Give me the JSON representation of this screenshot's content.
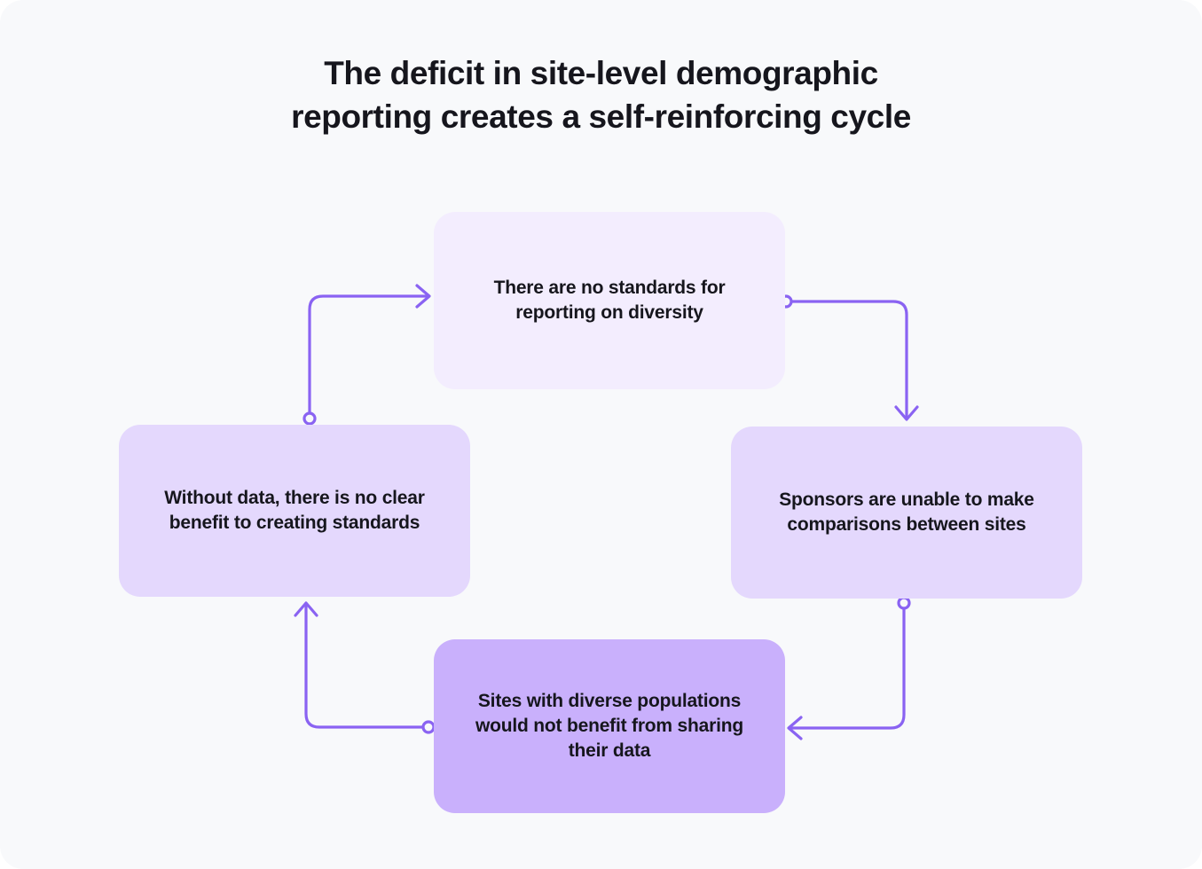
{
  "page": {
    "background_color": "#F8F9FB",
    "title": "The deficit in site-level demographic\nreporting creates a self-reinforcing cycle",
    "title_color": "#16161D"
  },
  "diagram": {
    "type": "cycle-flow",
    "accent_color": "#8A63F2",
    "nodes": [
      {
        "id": "no-standards",
        "position": "top",
        "label": "There are no standards for\nreporting on diversity",
        "fill_color": "#F3EDFE"
      },
      {
        "id": "sponsors-comparisons",
        "position": "right",
        "label": "Sponsors are unable to make\ncomparisons between sites",
        "fill_color": "#E4D8FD"
      },
      {
        "id": "sites-no-benefit",
        "position": "bottom",
        "label": "Sites with diverse populations\nwould not benefit from sharing\ntheir data",
        "fill_color": "#C9B0FC"
      },
      {
        "id": "no-clear-benefit",
        "position": "left",
        "label": "Without data, there is no clear\nbenefit  to creating standards",
        "fill_color": "#E4D8FD"
      }
    ],
    "edges": [
      {
        "id": "edge-top-to-right",
        "from": "no-standards",
        "to": "sponsors-comparisons",
        "source_marker": "circle",
        "target_marker": "arrow-down"
      },
      {
        "id": "edge-right-to-bottom",
        "from": "sponsors-comparisons",
        "to": "sites-no-benefit",
        "source_marker": "circle",
        "target_marker": "arrow-left"
      },
      {
        "id": "edge-bottom-to-left",
        "from": "sites-no-benefit",
        "to": "no-clear-benefit",
        "source_marker": "circle",
        "target_marker": "arrow-up"
      },
      {
        "id": "edge-left-to-top",
        "from": "no-clear-benefit",
        "to": "no-standards",
        "source_marker": "circle",
        "target_marker": "arrow-right"
      }
    ]
  }
}
